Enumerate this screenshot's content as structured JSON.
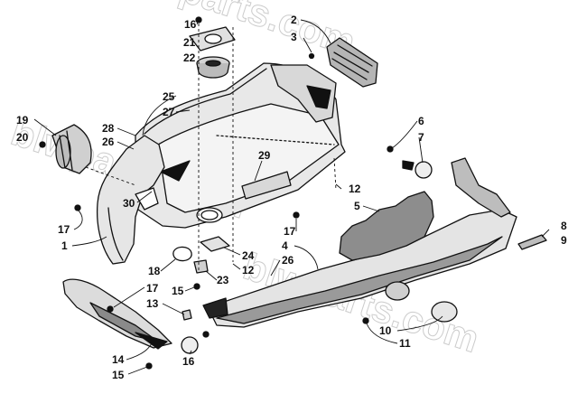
{
  "watermark": {
    "text": "blwparts.com",
    "color": "#c9c9c9"
  },
  "colors": {
    "ink": "#111111",
    "panel_fill": "#e6e6e6",
    "panel_shade": "#9a9a9a",
    "foam_fill": "#8d8d8d"
  },
  "callouts": {
    "n2": "2",
    "n3": "3",
    "n4": "4",
    "n5": "5",
    "n6": "6",
    "n7": "7",
    "n8": "8",
    "n9": "9",
    "n10": "10",
    "n11": "11",
    "n12a": "12",
    "n12b": "12",
    "n13": "13",
    "n14": "14",
    "n15a": "15",
    "n15b": "15",
    "n16a": "16",
    "n16b": "16",
    "n17a": "17",
    "n17b": "17",
    "n17c": "17",
    "n18": "18",
    "n19": "19",
    "n20": "20",
    "n21": "21",
    "n22": "22",
    "n23": "23",
    "n24": "24",
    "n25": "25",
    "n26a": "26",
    "n26b": "26",
    "n27": "27",
    "n28": "28",
    "n29": "29",
    "n30": "30",
    "n1": "1"
  }
}
